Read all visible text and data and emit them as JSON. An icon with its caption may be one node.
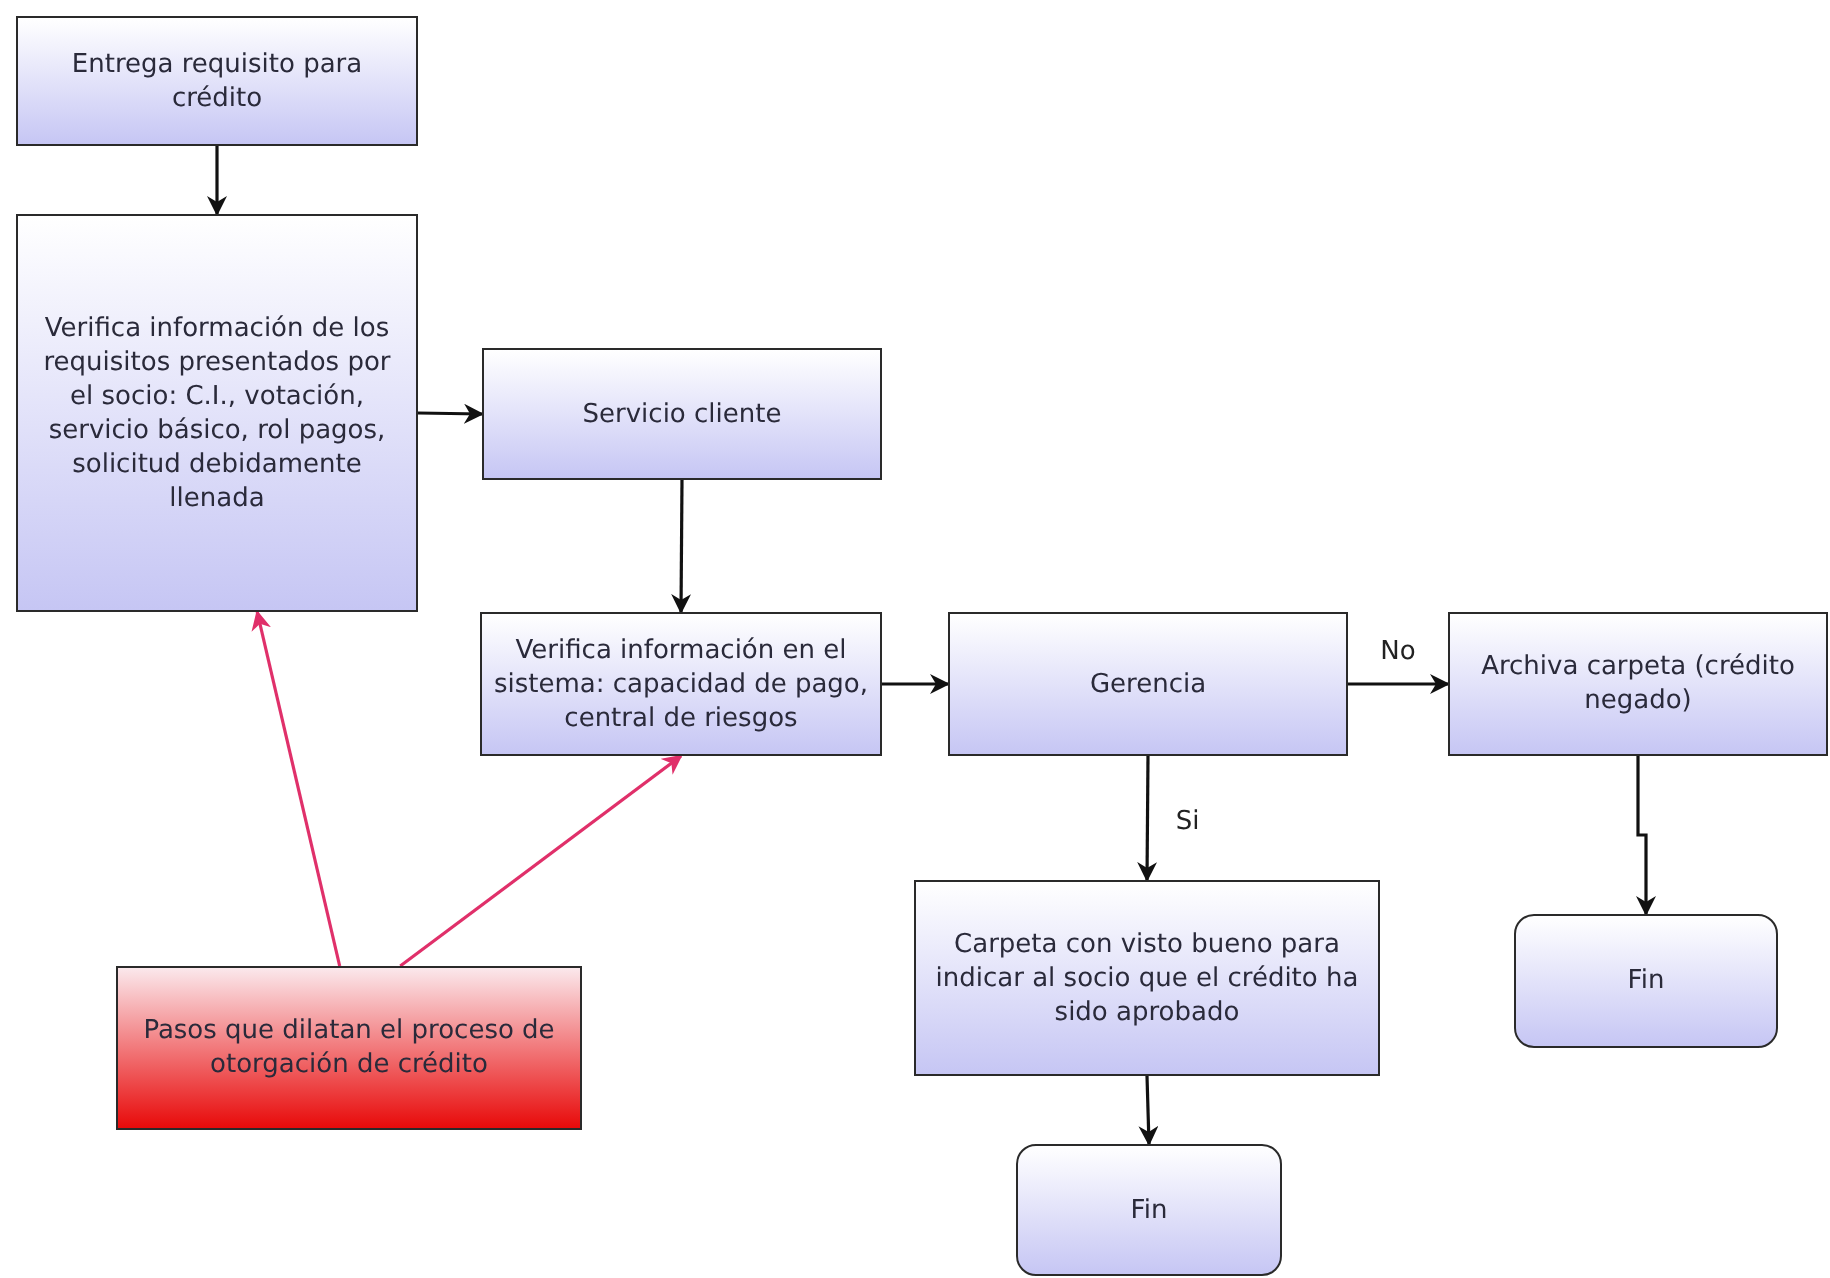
{
  "diagram": {
    "nodes": [
      {
        "text": [
          "Entrega requisito para crédito"
        ]
      },
      {
        "text": [
          "Verifica información de los requisitos presentados por el socio: C.I., votación, servicio básico, rol pagos, solicitud debidamente llenada"
        ]
      },
      {
        "text": [
          "Servicio cliente"
        ]
      },
      {
        "text": [
          "Verifica información en el sistema: capacidad de pago, central de riesgos"
        ]
      },
      {
        "text": [
          "Gerencia"
        ]
      },
      {
        "text": [
          "Archiva carpeta (crédito negado)"
        ]
      },
      {
        "text": [
          "Carpeta con visto bueno para indicar al socio que el crédito ha sido aprobado"
        ]
      },
      {
        "text": [
          "Fin"
        ]
      },
      {
        "text": [
          "Fin"
        ]
      },
      {
        "text": [
          "Pasos que dilatan el proceso de otorgación de crédito"
        ]
      }
    ],
    "edges": [
      {
        "from": 0,
        "to": 1,
        "arrow": "to"
      },
      {
        "from": 1,
        "to": 2,
        "arrow": "to"
      },
      {
        "from": 2,
        "to": 3,
        "arrow": "to"
      },
      {
        "from": 3,
        "to": 4,
        "arrow": "to"
      },
      {
        "from": 4,
        "to": 5,
        "arrow": "to",
        "label": "No"
      },
      {
        "from": 4,
        "to": 6,
        "arrow": "to",
        "label": "Si"
      },
      {
        "from": 6,
        "to": 7,
        "arrow": "to"
      },
      {
        "from": 5,
        "to": 8,
        "arrow": "to"
      },
      {
        "from": 9,
        "to": 1,
        "arrow": "to",
        "color": "#e0306a"
      },
      {
        "from": 9,
        "to": 3,
        "arrow": "to",
        "color": "#e0306a"
      }
    ]
  }
}
